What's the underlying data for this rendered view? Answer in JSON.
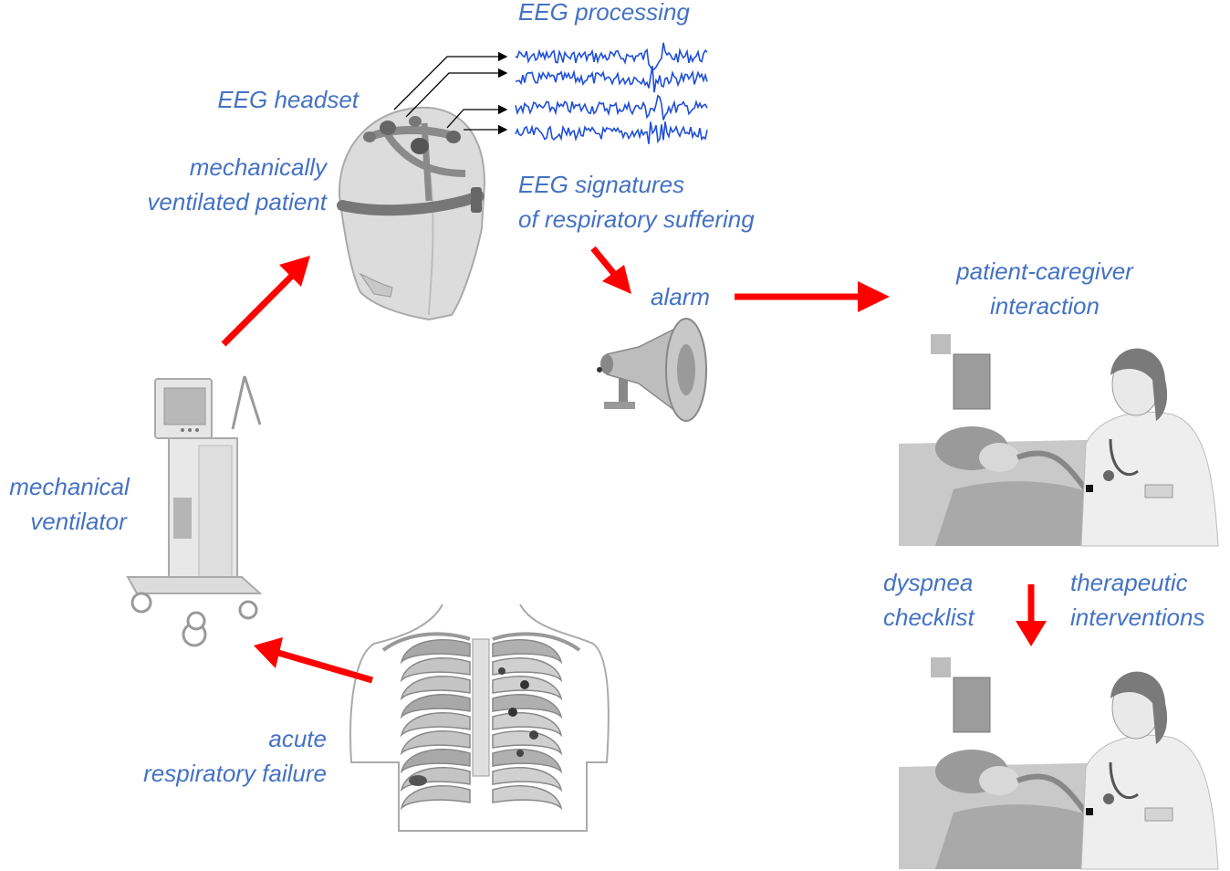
{
  "labels": {
    "eeg_processing": "EEG processing",
    "eeg_headset": "EEG headset",
    "mechanically": "mechanically",
    "ventilated_patient": "ventilated patient",
    "eeg_signatures": "EEG signatures",
    "of_respiratory_suffering": "of respiratory suffering",
    "alarm": "alarm",
    "patient_caregiver": "patient-caregiver",
    "interaction": "interaction",
    "mechanical": "mechanical",
    "ventilator": "ventilator",
    "dyspnea": "dyspnea",
    "checklist": "checklist",
    "therapeutic": "therapeutic",
    "interventions": "interventions",
    "acute": "acute",
    "respiratory_failure": "respiratory failure"
  },
  "colors": {
    "label_text": "#4472c4",
    "arrow": "#ff0000",
    "eeg_trace": "#1f4fd8"
  },
  "icons": [
    "eeg-headset-head-icon",
    "eeg-waveform-icon",
    "alarm-horn-icon",
    "mechanical-ventilator-icon",
    "rib-cage-icon",
    "patient-caregiver-scene-icon"
  ]
}
